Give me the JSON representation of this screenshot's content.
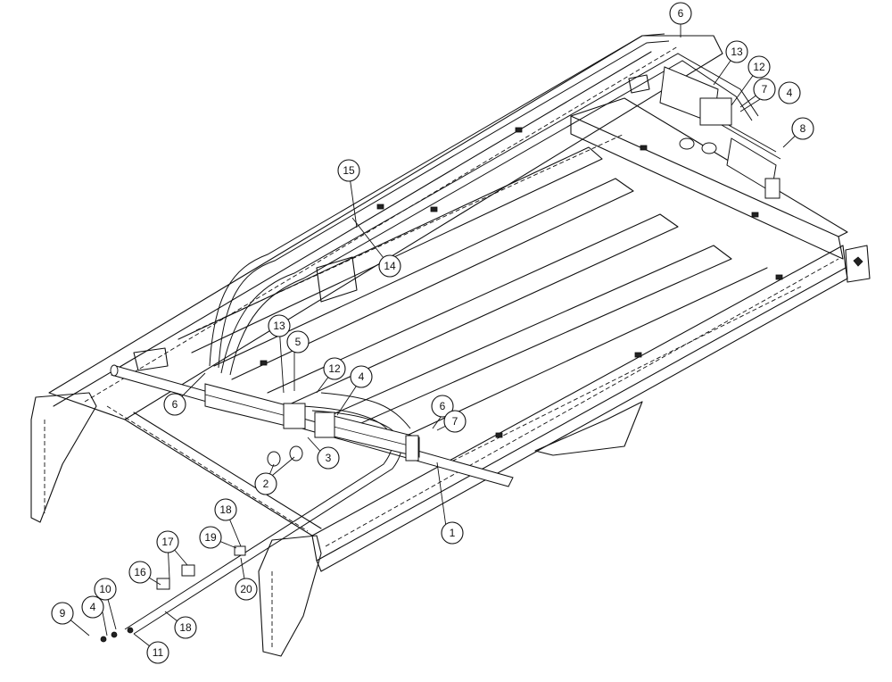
{
  "callouts": [
    {
      "id": "c1",
      "label": "1"
    },
    {
      "id": "c2",
      "label": "2"
    },
    {
      "id": "c3",
      "label": "3"
    },
    {
      "id": "c4a",
      "label": "4"
    },
    {
      "id": "c4b",
      "label": "4"
    },
    {
      "id": "c4c",
      "label": "4"
    },
    {
      "id": "c5",
      "label": "5"
    },
    {
      "id": "c6a",
      "label": "6"
    },
    {
      "id": "c6b",
      "label": "6"
    },
    {
      "id": "c6c",
      "label": "6"
    },
    {
      "id": "c7a",
      "label": "7"
    },
    {
      "id": "c7b",
      "label": "7"
    },
    {
      "id": "c8",
      "label": "8"
    },
    {
      "id": "c9",
      "label": "9"
    },
    {
      "id": "c10",
      "label": "10"
    },
    {
      "id": "c11",
      "label": "11"
    },
    {
      "id": "c12a",
      "label": "12"
    },
    {
      "id": "c12b",
      "label": "12"
    },
    {
      "id": "c13a",
      "label": "13"
    },
    {
      "id": "c13b",
      "label": "13"
    },
    {
      "id": "c14",
      "label": "14"
    },
    {
      "id": "c15",
      "label": "15"
    },
    {
      "id": "c16",
      "label": "16"
    },
    {
      "id": "c17",
      "label": "17"
    },
    {
      "id": "c18a",
      "label": "18"
    },
    {
      "id": "c18b",
      "label": "18"
    },
    {
      "id": "c19",
      "label": "19"
    },
    {
      "id": "c20",
      "label": "20"
    }
  ]
}
